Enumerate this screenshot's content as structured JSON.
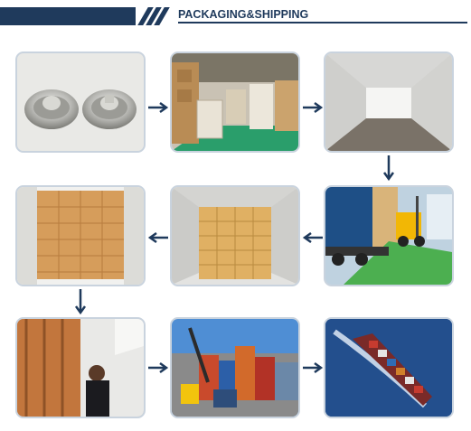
{
  "header": {
    "title": "PACKAGING&SHIPPING"
  },
  "colors": {
    "navy": "#1f3a5c",
    "tile_border": "#c9d3de"
  },
  "photos": [
    {
      "name": "product-photo-aerosol-cups",
      "subject": "aerosol-valve-cups"
    },
    {
      "name": "warehouse-photo",
      "subject": "warehouse-with-cartons"
    },
    {
      "name": "empty-container-photo",
      "subject": "empty-shipping-container"
    },
    {
      "name": "container-loading-photo",
      "subject": "container-truck-with-forklift"
    },
    {
      "name": "loaded-container-photo",
      "subject": "container-filled-with-cartons"
    },
    {
      "name": "container-doors-open-photo",
      "subject": "cartons-in-container-doorway"
    },
    {
      "name": "container-sealing-photo",
      "subject": "worker-sealing-container"
    },
    {
      "name": "container-yard-photo",
      "subject": "container-terminal-crane"
    },
    {
      "name": "cargo-ship-photo",
      "subject": "cargo-ship-at-sea"
    }
  ]
}
